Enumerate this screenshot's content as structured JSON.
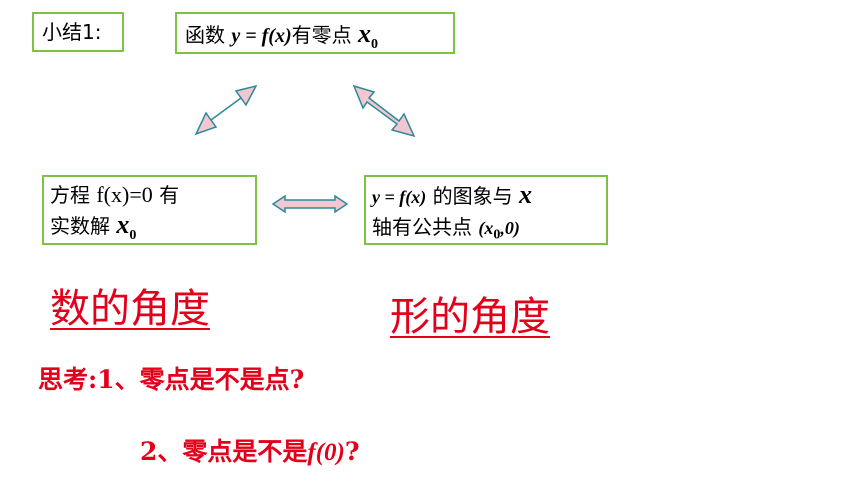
{
  "summary_label": "小结1:",
  "box_top": {
    "prefix": "函数",
    "func": "y = f(x)",
    "middle": "有零点",
    "var": "x",
    "sub": "0"
  },
  "box_left": {
    "line1_prefix": "方程",
    "line1_math": "f(x)=0",
    "line1_suffix": "有",
    "line2_text": "实数解",
    "var": "x",
    "sub": "0"
  },
  "box_right": {
    "line1_math": "y = f(x)",
    "line1_text": "的图象与",
    "var": "x",
    "line2_text": "轴有公共点",
    "point_open": "(",
    "point_x": "x",
    "point_sub": "0",
    "point_rest": ",0)"
  },
  "angle_number": "数的角度",
  "angle_shape": "形的角度",
  "question1": "思考:1、零点是不是点?",
  "question2_prefix": "2、零点是不是",
  "question2_math": "f(0)",
  "question2_suffix": "?",
  "colors": {
    "box_border": "#7dc242",
    "arrow_fill": "#f2c7cf",
    "arrow_stroke": "#2a8a9a",
    "accent_red": "#e3001b"
  }
}
